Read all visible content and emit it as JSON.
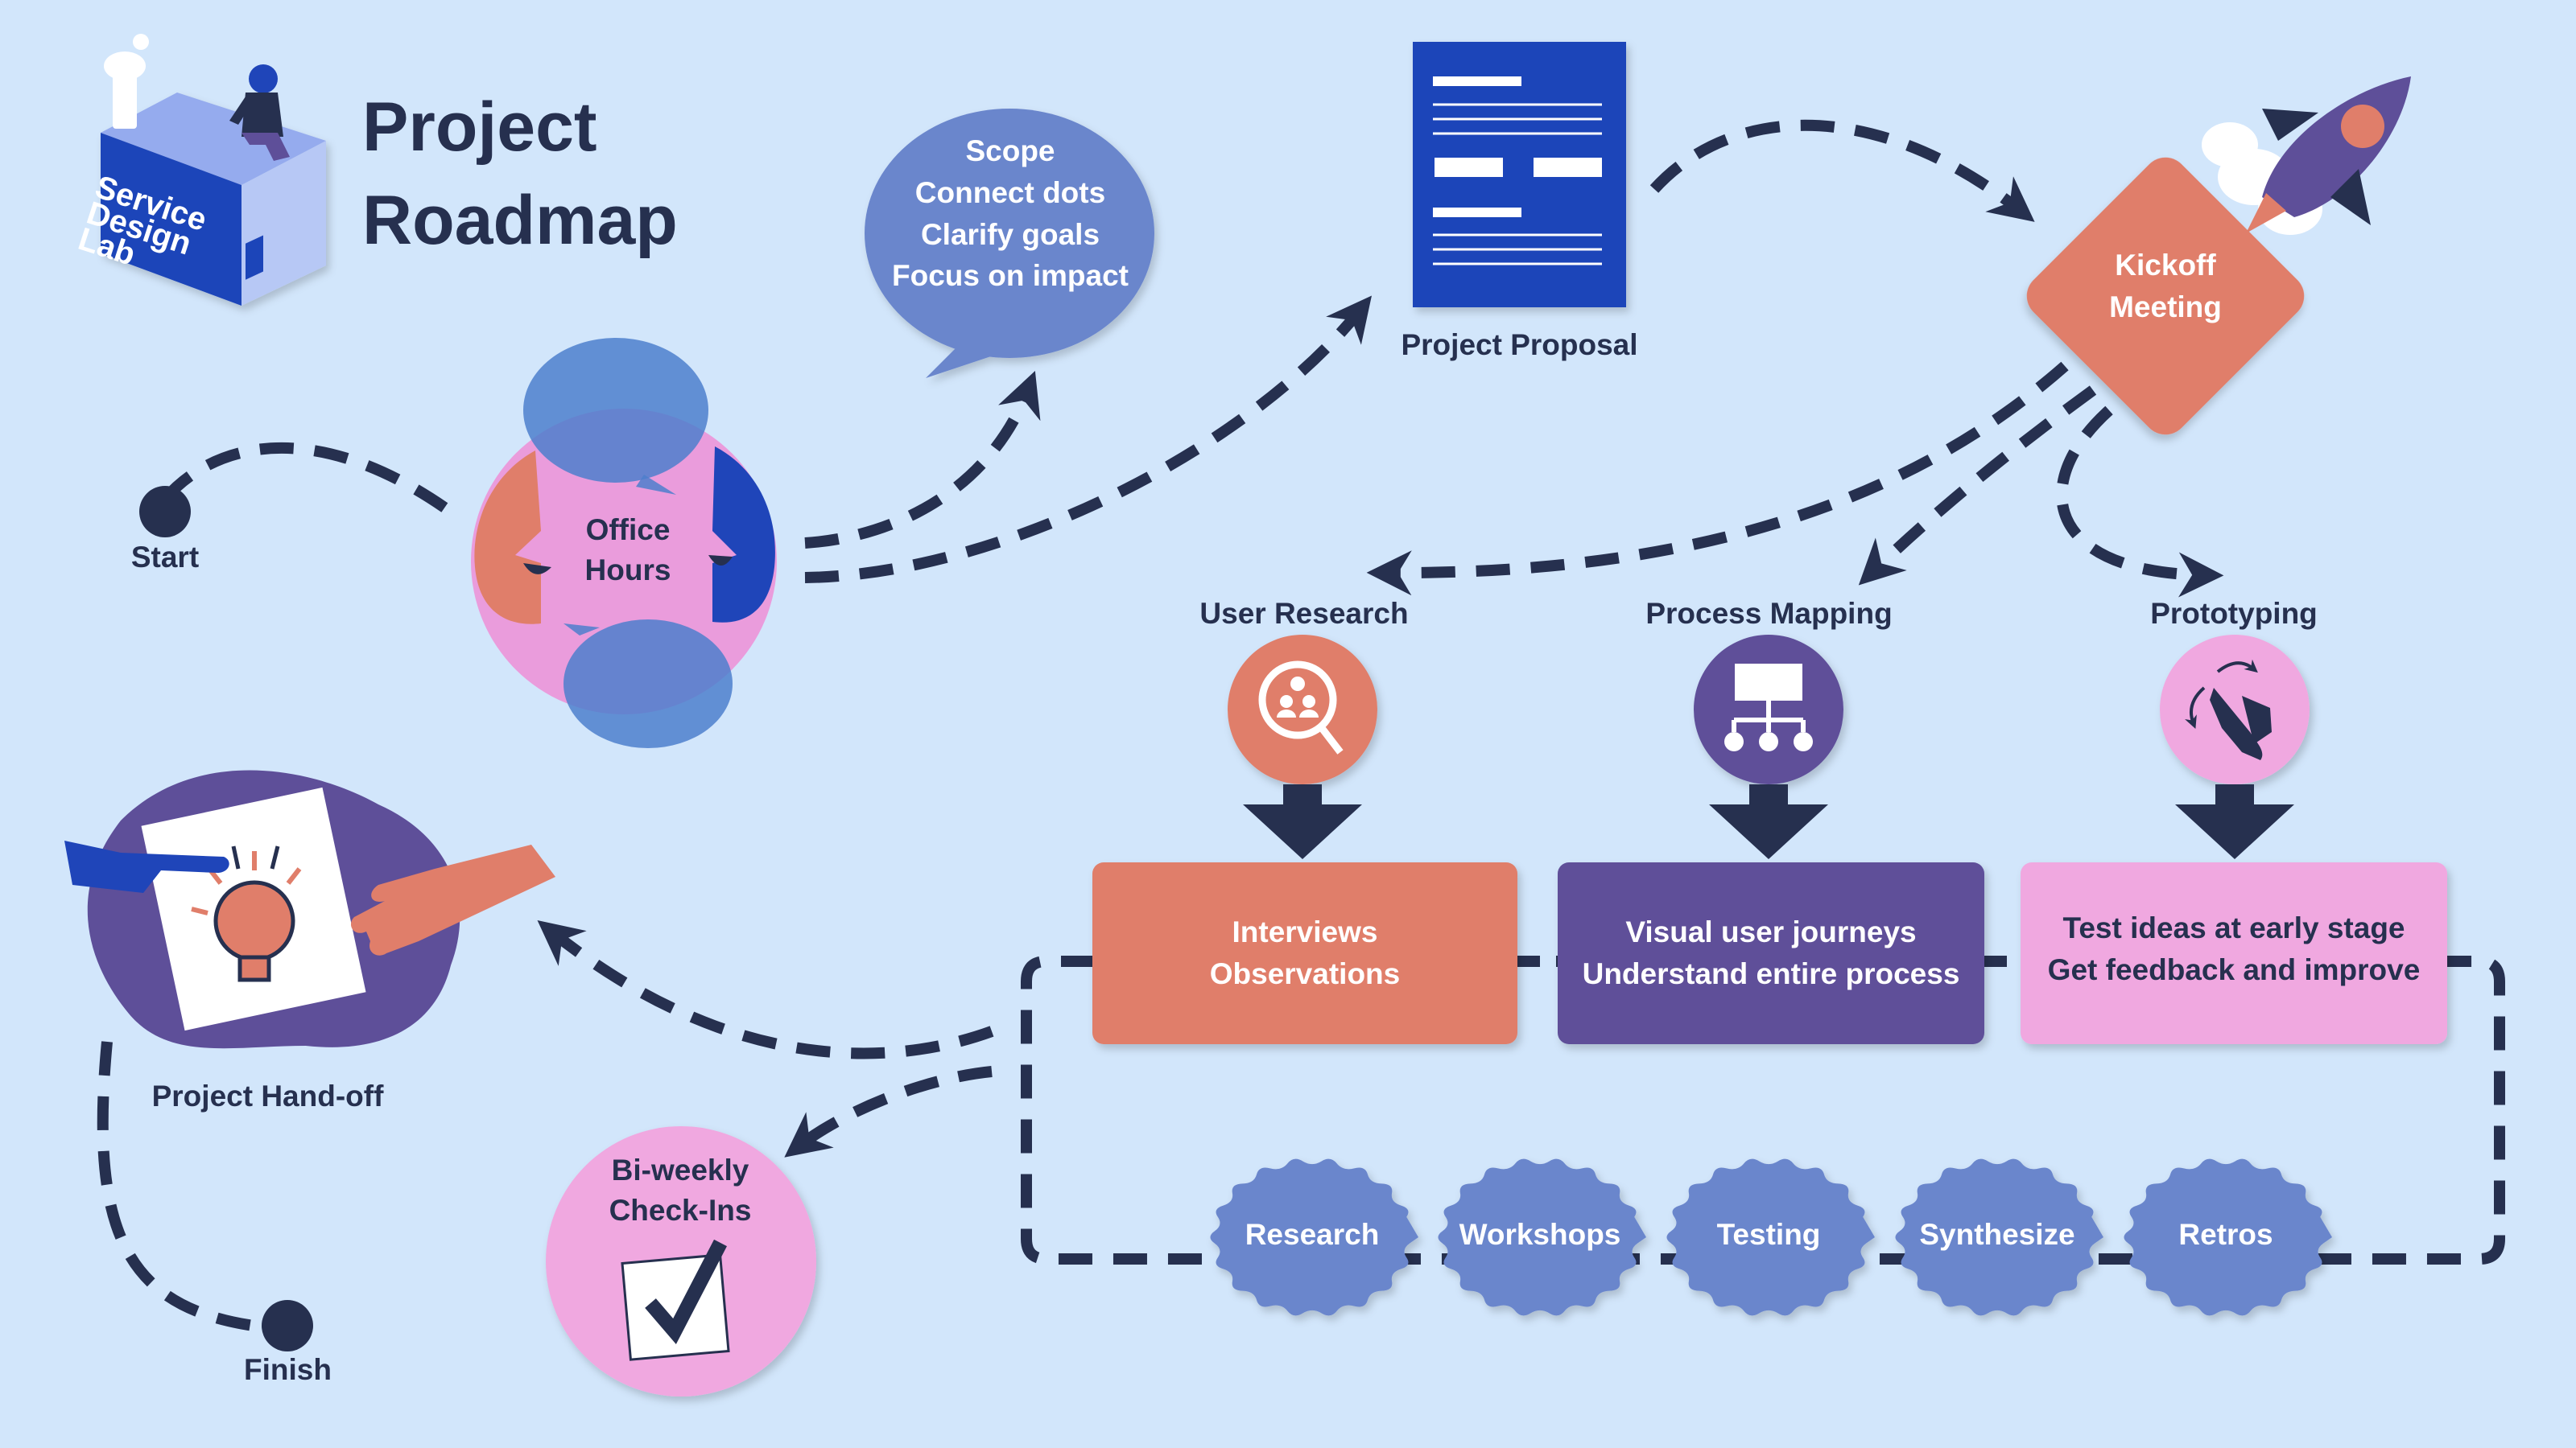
{
  "title": "Project Roadmap",
  "logo": {
    "text_lines": [
      "Service",
      "Design",
      "Lab"
    ]
  },
  "start_label": "Start",
  "finish_label": "Finish",
  "office_hours": {
    "label": "Office Hours"
  },
  "speech_bubble": {
    "lines": [
      "Scope",
      "Connect dots",
      "Clarify goals",
      "Focus on impact"
    ]
  },
  "project_proposal": {
    "label": "Project Proposal"
  },
  "kickoff": {
    "label": "Kickoff Meeting"
  },
  "phases": [
    {
      "label": "User Research",
      "icon": "magnifier-people-icon",
      "color": "#e07e6a",
      "box_lines": [
        "Interviews",
        "Observations"
      ]
    },
    {
      "label": "Process Mapping",
      "icon": "flowchart-icon",
      "color": "#5e4f99",
      "box_lines": [
        "Visual user journeys",
        "Understand entire process"
      ]
    },
    {
      "label": "Prototyping",
      "icon": "hand-tap-icon",
      "color": "#f0a8e0",
      "box_lines": [
        "Test ideas at early stage",
        "Get feedback and improve"
      ]
    }
  ],
  "activities": [
    "Research",
    "Workshops",
    "Testing",
    "Synthesize",
    "Retros"
  ],
  "checkins": {
    "label": "Bi-weekly Check-Ins"
  },
  "handoff": {
    "label": "Project Hand-off"
  },
  "colors": {
    "background": "#d2e6fb",
    "navy": "#26304f",
    "coral": "#e07e6a",
    "purple": "#5e4f99",
    "pink": "#f0a8e0",
    "blue": "#1f45b9",
    "periwinkle": "#6b86cc"
  }
}
